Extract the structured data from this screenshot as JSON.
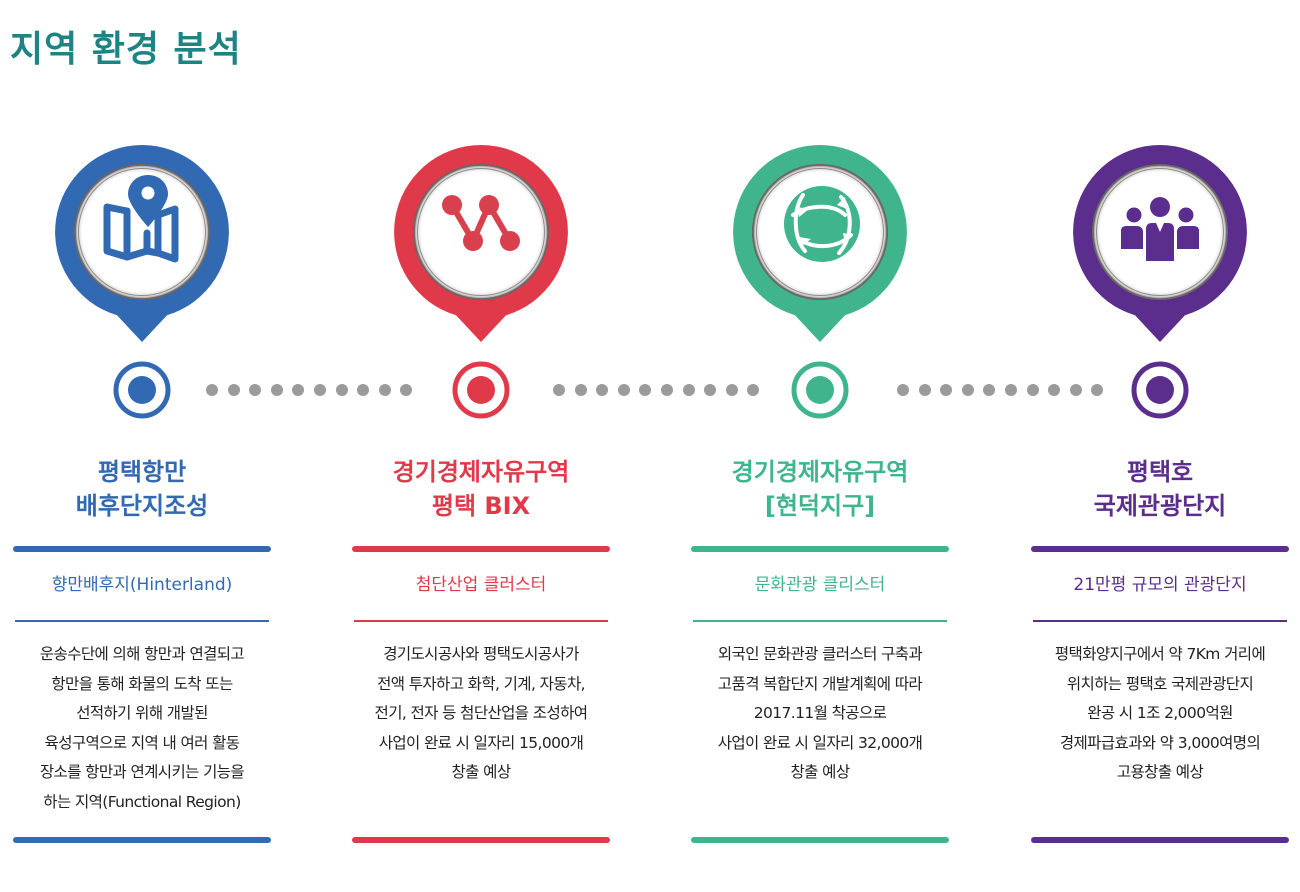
{
  "page": {
    "title": "지역 환경 분석"
  },
  "colors": {
    "title": "#1d8483",
    "connector_dots": "#9b9b9b",
    "body_text": "#222222"
  },
  "columns": [
    {
      "id": "pyeongtaek-port",
      "color": "#3269b3",
      "icon": "map-pin-icon",
      "heading_lines": [
        "평택항만",
        "배후단지조성"
      ],
      "subtitle": "향만배후지(Hinterland)",
      "description_lines": [
        "운송수단에 의해 항만과 연결되고",
        "항만을 통해 화물의 도착 또는",
        "선적하기 위해 개발된",
        "육성구역으로 지역 내 여러 활동",
        "장소를 항만과 연계시키는 기능을",
        "하는 지역(Functional Region)"
      ]
    },
    {
      "id": "bix",
      "color": "#e03a4a",
      "icon": "network-graph-icon",
      "heading_lines": [
        "경기경제자유구역",
        "평택 BIX"
      ],
      "subtitle": "첨단산업 클러스터",
      "description_lines": [
        "경기도시공사와 평택도시공사가",
        "전액 투자하고 화학, 기계, 자동차,",
        "전기, 전자 등 첨단산업을 조성하여",
        "사업이 완료 시 일자리 15,000개",
        "창출 예상"
      ]
    },
    {
      "id": "hyeondeok",
      "color": "#3fb48d",
      "icon": "globe-arrows-icon",
      "heading_lines": [
        "경기경제자유구역",
        "[현덕지구]"
      ],
      "subtitle": "문화관광 클리스터",
      "description_lines": [
        "외국인 문화관광 클러스터 구축과",
        "고품격 복합단지 개발계획에 따라",
        "2017.11월 착공으로",
        "사업이 완료 시 일자리 32,000개",
        "창출 예상"
      ]
    },
    {
      "id": "pyeongtaek-lake",
      "color": "#5b2d8c",
      "icon": "people-group-icon",
      "heading_lines": [
        "평택호",
        "국제관광단지"
      ],
      "subtitle": "21만평 규모의 관광단지",
      "description_lines": [
        "평택화양지구에서 약 7Km 거리에",
        "위치하는 평택호 국제관광단지",
        "완공 시 1조 2,000억원",
        "경제파급효과와 약 3,000여명의",
        "고용창출 예상"
      ]
    }
  ],
  "connectors": {
    "dots_per_connector": 10
  }
}
